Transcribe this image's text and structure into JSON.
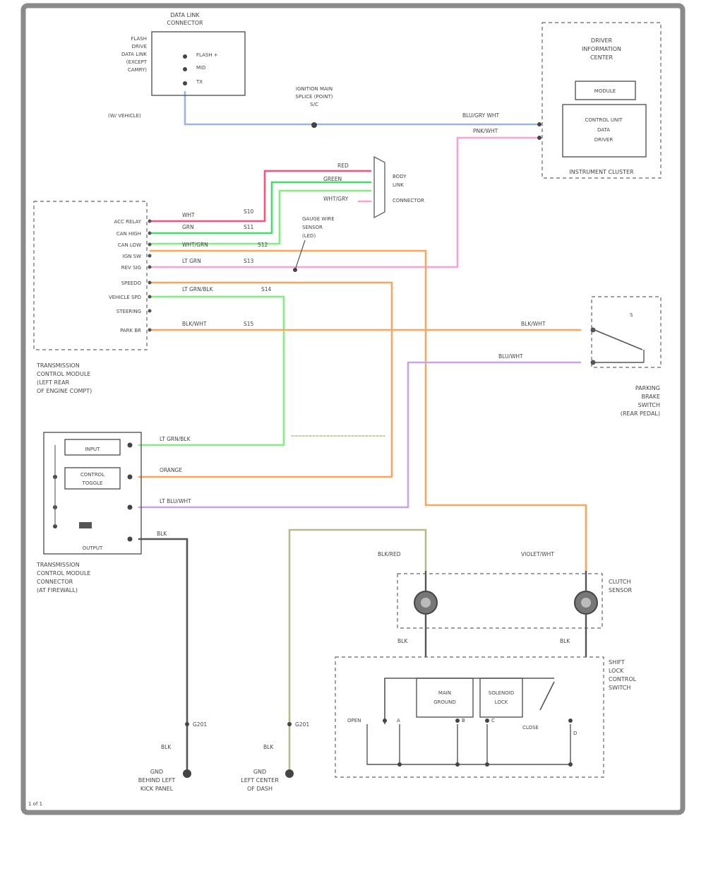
{
  "colors": {
    "frame": "#8a8a8a",
    "blue": "#9fb2e6",
    "pink": "#ff4f7a",
    "light_pink": "#ff9fd2",
    "green": "#3fe06a",
    "light_green": "#7ff07f",
    "orange": "#ffa35a",
    "olive": "#b9b98a",
    "violet": "#c7a6e8",
    "black": "#555555"
  },
  "labels": {
    "datalink_connector": [
      "DATA LINK",
      "CONNECTOR"
    ],
    "datalink_pins": [
      "FLASH",
      "DRIVE",
      "DATA LINK",
      "(EXCEPT",
      "CAMRY)"
    ],
    "datalink_inner": [
      "FLASH +",
      "MID",
      "TX"
    ],
    "datalink_gnd_note": "(W/ VEHICLE)",
    "splice_top": [
      "IGNITION MAIN",
      "SPLICE (POINT)",
      "S/C"
    ],
    "wire_blue_right": "BLU/GRY WHT",
    "wire_pink_right": "PNK/WHT",
    "instrument_cluster": [
      "DRIVER",
      "INFORMATION",
      "CENTER"
    ],
    "cluster_module": "MODULE",
    "cluster_inner": [
      "CONTROL UNIT",
      "DATA",
      "DRIVER"
    ],
    "cluster_box": "INSTRUMENT CLUSTER",
    "connector_cap": [
      "BODY",
      "LINK",
      "CONNECTOR"
    ],
    "wire_red_top": "RED",
    "wire_green_top": "GREEN",
    "wire_lightgreen_top": "WHT/GRY",
    "lamp_label": [
      "GAUGE WIRE",
      "SENSOR",
      "(LED)"
    ],
    "ecm_pins": [
      "ACC RELAY",
      "CAN HIGH",
      "CAN LOW",
      "IGN SW",
      "REV SIG",
      "SPEEDO",
      "VEHICLE SPD",
      "STEERING",
      "PARK BR"
    ],
    "ecm_wire_labels": [
      "WHT",
      "GRN",
      "WHT/GRN",
      "LT GRN",
      "LT GRN/BLK"
    ],
    "ecm_wire_codes": [
      "S10",
      "S11",
      "S12",
      "S13",
      "S14"
    ],
    "ecm_lower_wire": "BLK/WHT",
    "ecm_lower_code": "S15",
    "ecm_title": [
      "TRANSMISSION",
      "CONTROL MODULE",
      "(LEFT REAR",
      "OF ENGINE COMPT)"
    ],
    "switch_wire_top": "BLK/WHT",
    "switch_wire_bottom": "BLU/WHT",
    "switch_title": [
      "PARKING",
      "BRAKE",
      "SWITCH",
      "(REAR PEDAL)"
    ],
    "module_pins": [
      "INPUT",
      "CONTROL",
      "TOGGLE",
      "OUTPUT"
    ],
    "module_wires": [
      "LT GRN/BLK",
      "ORANGE",
      "LT BLU/WHT",
      "BLK"
    ],
    "module_title": [
      "TRANSMISSION",
      "CONTROL MODULE",
      "CONNECTOR",
      "(AT FIREWALL)"
    ],
    "ground_left": [
      "G201",
      "BLK"
    ],
    "ground_left_title": [
      "GND",
      "BEHIND LEFT",
      "KICK PANEL"
    ],
    "ground_mid": [
      "G201",
      "BLK"
    ],
    "ground_mid_title": [
      "GND",
      "LEFT CENTER",
      "OF DASH"
    ],
    "motor_wire_left": "BLK/RED",
    "motor_wire_right": "VIOLET/WHT",
    "motor_title": [
      "CLUTCH",
      "SENSOR"
    ],
    "motor_codes": [
      "BLK",
      "BLK"
    ],
    "switch_block_title": [
      "SHIFT",
      "LOCK",
      "CONTROL",
      "SWITCH"
    ],
    "switch_block_inner": [
      "MAIN",
      "GROUND",
      "SOLENOID",
      "LOCK"
    ],
    "switch_block_pins": [
      "OPEN",
      "A",
      "B",
      "C",
      "CLOSE",
      "D"
    ],
    "footer": "1 of 1"
  }
}
